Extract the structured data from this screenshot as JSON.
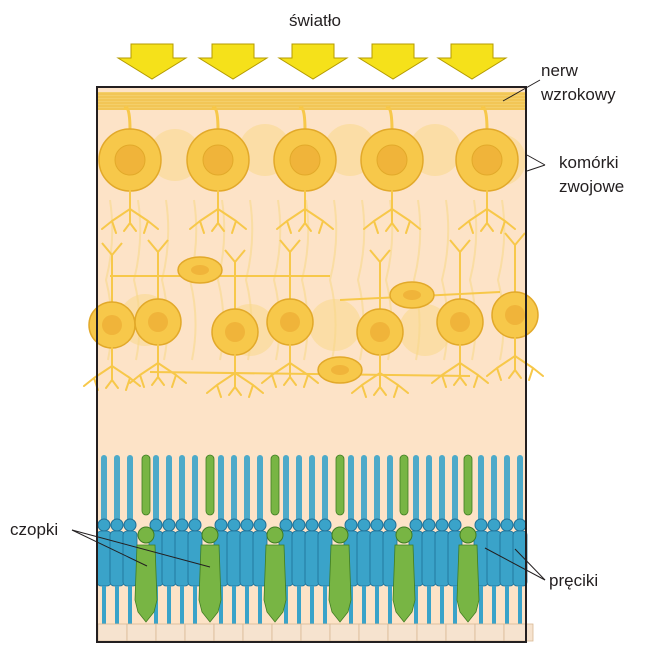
{
  "labels": {
    "light": "światło",
    "optic_nerve_line1": "nerw",
    "optic_nerve_line2": "wzrokowy",
    "ganglion_line1": "komórki",
    "ganglion_line2": "zwojowe",
    "cones": "czopki",
    "rods": "pręciki"
  },
  "colors": {
    "arrow_fill": "#f5e11a",
    "arrow_stroke": "#b59b00",
    "tissue_background": "#fde3c7",
    "neuron": "#f7c84a",
    "neuron_outline": "#e2a92a",
    "neuron_faded": "#f9d98a",
    "nerve_fibers": "#f0c14a",
    "rod": "#3aa3c9",
    "rod_dark": "#1f6f95",
    "cone": "#78b544",
    "cone_dark": "#3f7d22",
    "pigment_layer": "#f6e3cf",
    "border": "#231f20"
  },
  "icons": {
    "light_arrow": "down-arrow-icon"
  }
}
